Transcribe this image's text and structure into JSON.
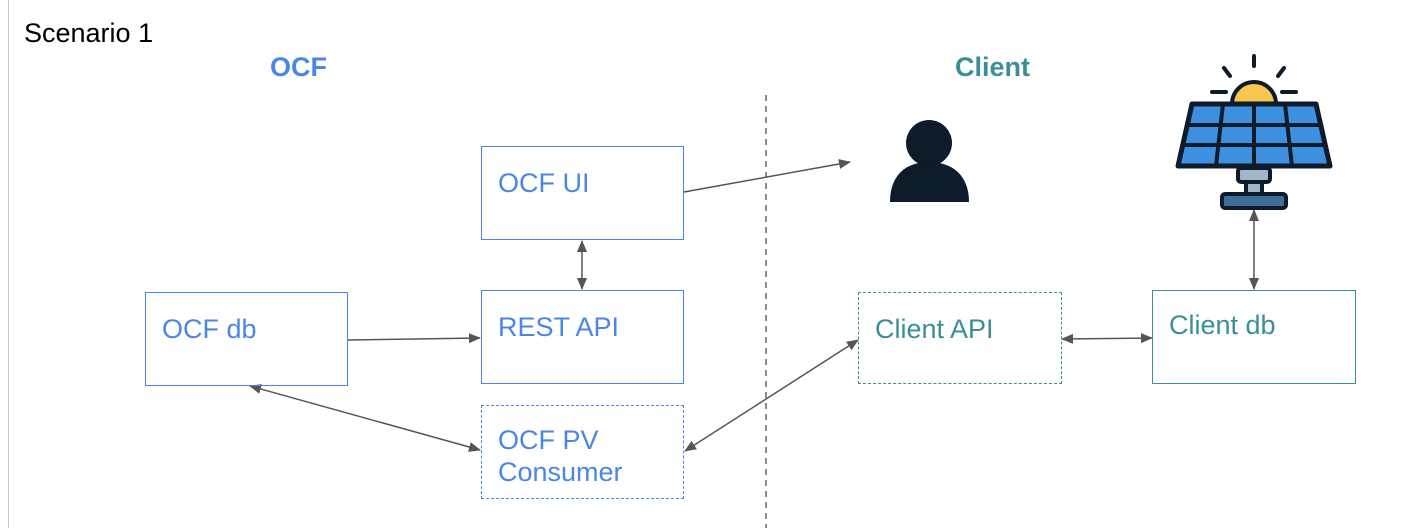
{
  "title": "Scenario 1",
  "sections": {
    "ocf": "OCF",
    "client": "Client"
  },
  "boxes": {
    "ocf_ui": "OCF UI",
    "rest_api": "REST API",
    "ocf_db": "OCF db",
    "ocf_pv_consumer_line1": "OCF PV",
    "ocf_pv_consumer_line2": "Consumer",
    "client_api": "Client API",
    "client_db": "Client db"
  },
  "icons": {
    "user": "person-icon",
    "solar": "solar-panel-icon"
  },
  "colors": {
    "ocf": "#4a86e8",
    "client": "#3a8f97",
    "arrow": "#555555",
    "divider": "#666666"
  }
}
